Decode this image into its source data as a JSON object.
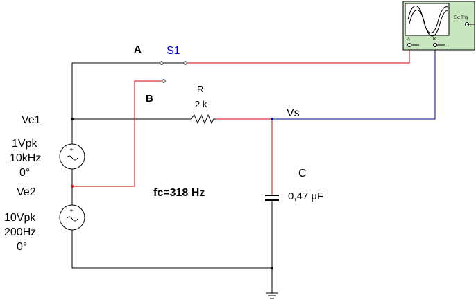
{
  "switch": {
    "name": "S1",
    "throw_a": "A",
    "throw_b": "B"
  },
  "resistor": {
    "name": "R",
    "value": "2 k"
  },
  "capacitor": {
    "name": "C",
    "value": "0,47 μF"
  },
  "output_label": "Vs",
  "source_1": {
    "name": "Ve1",
    "amplitude": "1Vpk",
    "frequency": "10kHz",
    "phase": "0°"
  },
  "source_2": {
    "name": "Ve2",
    "amplitude": "10Vpk",
    "frequency": "200Hz",
    "phase": "0°"
  },
  "cutoff_label": "fc=318 Hz",
  "oscilloscope": {
    "trigger_label": "Ext Trig",
    "channel_a": "A",
    "channel_b": "B",
    "screen_color": "#ffffff",
    "body_color": "#c8e6c0"
  },
  "colors": {
    "wire_default": "#000000",
    "wire_red": "#d40000",
    "wire_blue": "#000088",
    "switch_label": "#0000cc"
  }
}
